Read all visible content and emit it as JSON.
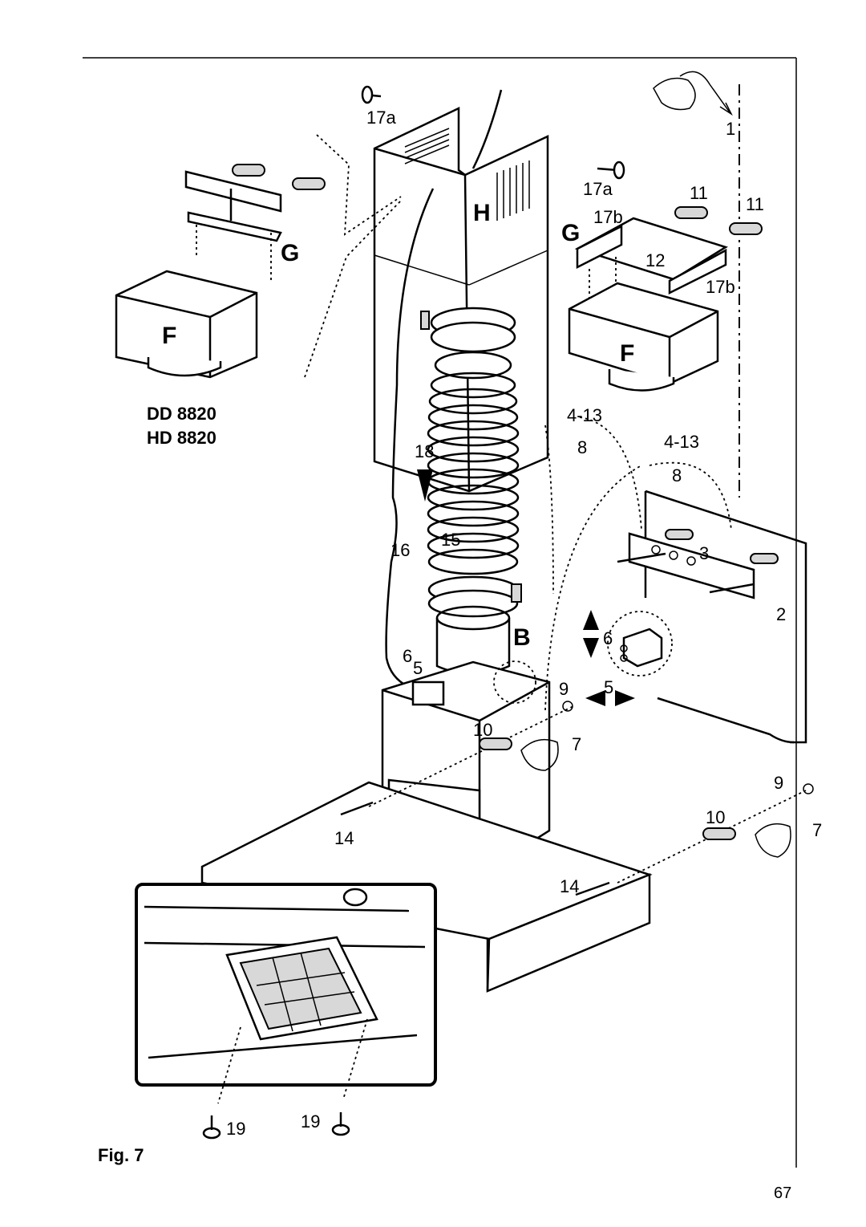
{
  "figure": {
    "caption": "Fig. 7",
    "page_number": "67",
    "models": [
      "DD 8820",
      "HD 8820"
    ]
  },
  "part_letters": {
    "G_left": "G",
    "G_right": "G",
    "F_left": "F",
    "F_right": "F",
    "H": "H",
    "B": "B"
  },
  "callouts": {
    "c17a_top": "17a",
    "c17a_right": "17a",
    "c17b_top": "17b",
    "c17b_right": "17b",
    "c1": "1",
    "c11_a": "11",
    "c11_b": "11",
    "c12": "12",
    "c4_13_a": "4-13",
    "c4_13_b": "4-13",
    "c8_a": "8",
    "c8_b": "8",
    "c18": "18",
    "c15": "15",
    "c16": "16",
    "c3": "3",
    "c2": "2",
    "c6_a": "6",
    "c6_b": "6",
    "c5_a": "5",
    "c5_b": "5",
    "c9_a": "9",
    "c9_b": "9",
    "c10_a": "10",
    "c10_b": "10",
    "c7_a": "7",
    "c7_b": "7",
    "c14_a": "14",
    "c14_b": "14",
    "c19_a": "19",
    "c19_b": "19"
  }
}
